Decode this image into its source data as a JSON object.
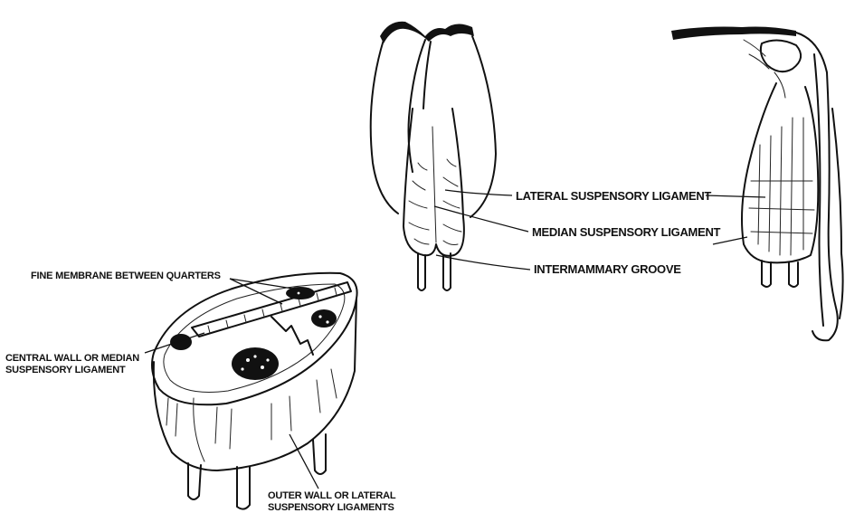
{
  "labels": {
    "lateral_suspensory_ligament": "LATERAL SUSPENSORY LIGAMENT",
    "median_suspensory_ligament": "MEDIAN SUSPENSORY LIGAMENT",
    "intermammary_groove": "INTERMAMMARY GROOVE",
    "fine_membrane": "FINE MEMBRANE BETWEEN QUARTERS",
    "central_wall_line1": "CENTRAL WALL OR MEDIAN",
    "central_wall_line2": "SUSPENSORY LIGAMENT",
    "outer_wall_line1": "OUTER WALL OR LATERAL",
    "outer_wall_line2": "SUSPENSORY LIGAMENTS"
  }
}
